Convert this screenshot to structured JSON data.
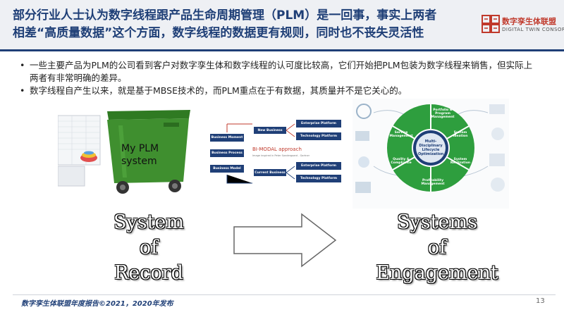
{
  "header": {
    "title_line1": "部分行业人士认为数字线程跟产品生命周期管理（PLM）是一回事，事实上两者",
    "title_line2": "相差“高质量数据”这个方面，数字线程的数据更有规则，同时也不丧失灵活性",
    "logo_name": "数字孪生体联盟",
    "logo_sub": "DIGITAL TWIN CONSORTIUM"
  },
  "bullets": [
    "一些主要产品为PLM的公司看到客户对数字孪生体和数字线程的认可度比较高，它们开始把PLM包装为数字线程来销售，但实际上两者有非常明确的差异。",
    "数字线程自产生以来，就是基于MBSE技术的，而PLM重点在于有数据，其质量并不是它关心的。"
  ],
  "images": {
    "bin_label": "My PLM system",
    "diagram": {
      "center_title": "BI-MODAL approach",
      "center_sub": "Image inspired in Peter Sondergaard - Gartner",
      "left_boxes": [
        "Business Moment",
        "Business Process",
        "Business Model"
      ],
      "top_tag": "New Business",
      "bottom_tag": "Current Business",
      "right_boxes": [
        "Enterprise Platform",
        "Technology Platform",
        "Enterprise Platform",
        "Technology Platform"
      ]
    },
    "wheel": {
      "center": "Multi-Disciplinary Lifecycle Optimization",
      "segments": [
        "Portfolio & Program Management",
        "System Ideation",
        "System Realization",
        "Profitability Management",
        "Quality & Compliance",
        "Service Management"
      ]
    }
  },
  "labels": {
    "left": [
      "System",
      "of",
      "Record"
    ],
    "right": [
      "Systems",
      "of",
      "Engagement"
    ]
  },
  "footer": {
    "text": "数字孪生体联盟年度报告©2021，2020年发布",
    "page": "13"
  },
  "colors": {
    "brand_blue": "#1f3f77",
    "bin_green": "#3f8f2f",
    "wheel_green": "#2e9e3e"
  }
}
